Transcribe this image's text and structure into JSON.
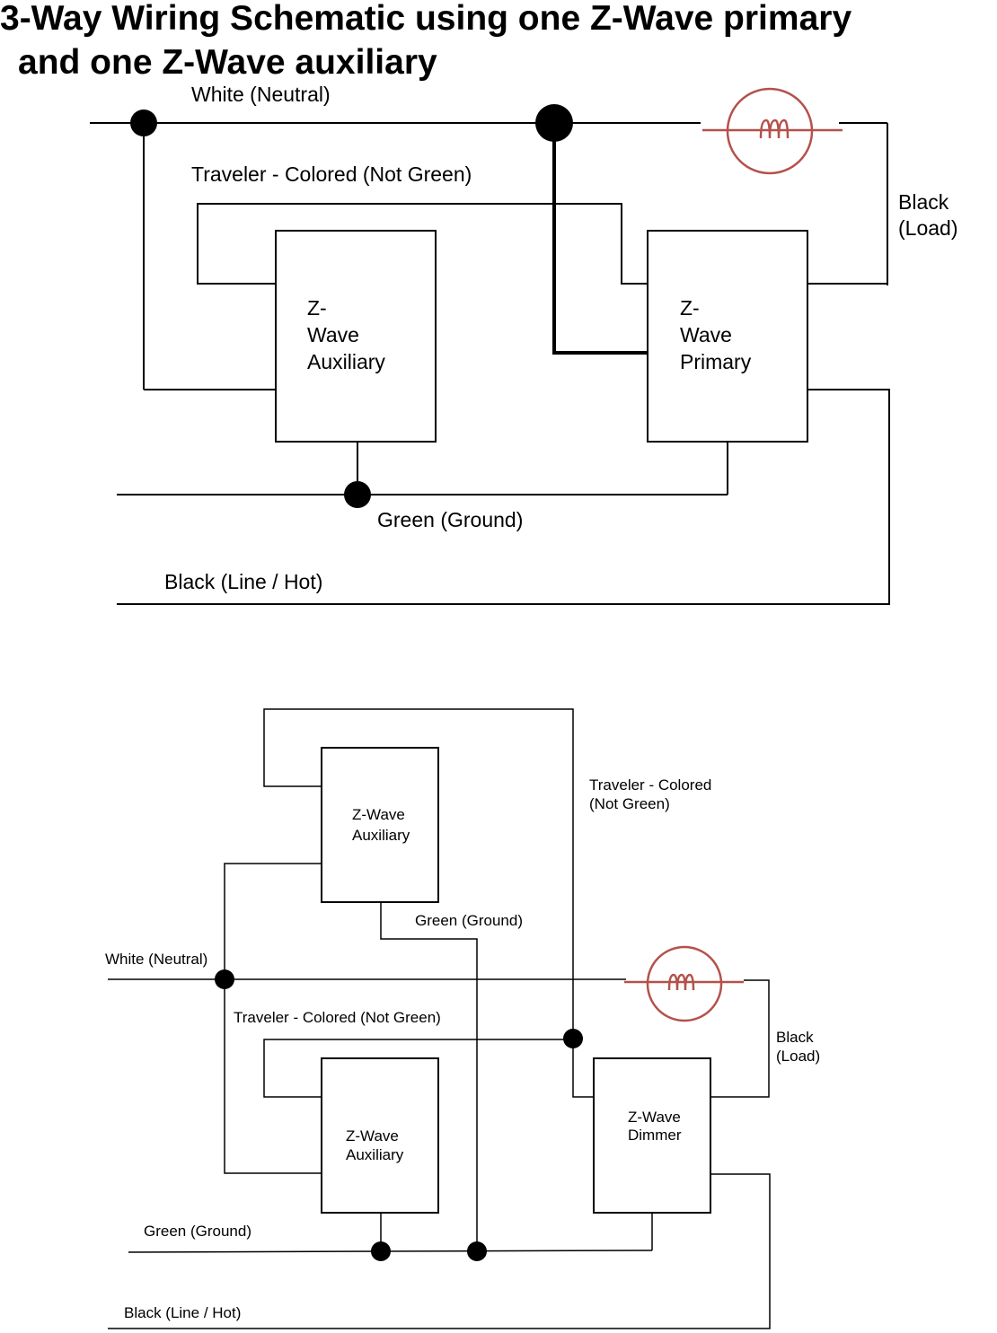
{
  "title": {
    "line1": "3-Way Wiring Schematic using one Z-Wave primary",
    "line2": "and one Z-Wave auxiliary"
  },
  "colors": {
    "wire": "#000000",
    "lamp": "#b5514b"
  },
  "diagram1": {
    "neutral_label": "White (Neutral)",
    "traveler_label": "Traveler - Colored (Not Green)",
    "load_label": [
      "Black",
      "(Load)"
    ],
    "aux_label": [
      "Z-",
      "Wave",
      "Auxiliary"
    ],
    "primary_label": [
      "Z-",
      "Wave",
      "Primary"
    ],
    "ground_label": "Green (Ground)",
    "line_label": "Black (Line / Hot)",
    "lamp_icon": "light-bulb-icon"
  },
  "diagram2": {
    "traveler_top_label": [
      "Traveler - Colored",
      "(Not Green)"
    ],
    "aux_top_label": [
      "Z-Wave",
      "Auxiliary"
    ],
    "ground_top_label": "Green (Ground)",
    "neutral_label": "White (Neutral)",
    "traveler_label": "Traveler - Colored (Not Green)",
    "load_label": [
      "Black",
      "(Load)"
    ],
    "aux_bottom_label": [
      "Z-Wave",
      "Auxiliary"
    ],
    "dimmer_label": [
      "Z-Wave",
      "Dimmer"
    ],
    "ground_label": "Green (Ground)",
    "line_label": "Black (Line / Hot)",
    "lamp_icon": "light-bulb-icon"
  }
}
